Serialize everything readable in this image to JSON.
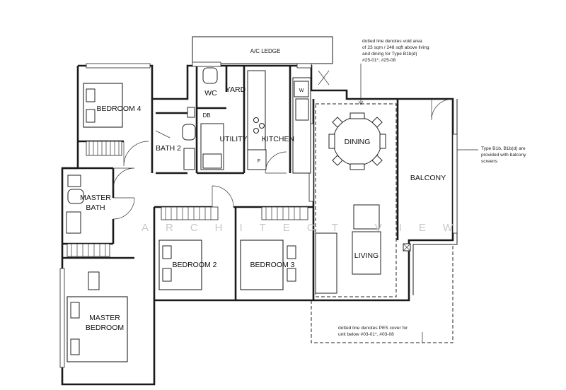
{
  "rooms": {
    "bedroom4": "BEDROOM 4",
    "bath2": "BATH 2",
    "wc": "WC",
    "yard": "YARD",
    "db": "DB",
    "utility": "UTILITY",
    "kitchen": "KITCHEN",
    "dining": "DINING",
    "balcony": "BALCONY",
    "living": "LIVING",
    "master_bath_line1": "MASTER",
    "master_bath_line2": "BATH",
    "bedroom2": "BEDROOM 2",
    "bedroom3": "BEDROOM 3",
    "master_bedroom_line1": "MASTER",
    "master_bedroom_line2": "BEDROOM"
  },
  "fixtures": {
    "ac_ledge": "A/C LEDGE",
    "washer": "W",
    "fridge": "F"
  },
  "notes": {
    "void_area": [
      "dotted line denotes void area",
      "of 23 sqm / 248 sqft above living",
      "and dining for Type B1b(d)",
      "#25-01*, #25-08"
    ],
    "balcony_screens": [
      "Type B1b, B1b(d) are",
      "provided with balcony",
      "screens"
    ],
    "pes_cover": [
      "dotted line denotes PES cover for",
      "unit below #03-01*, #03-08"
    ]
  },
  "watermark": "ARCHITECT VIEW"
}
